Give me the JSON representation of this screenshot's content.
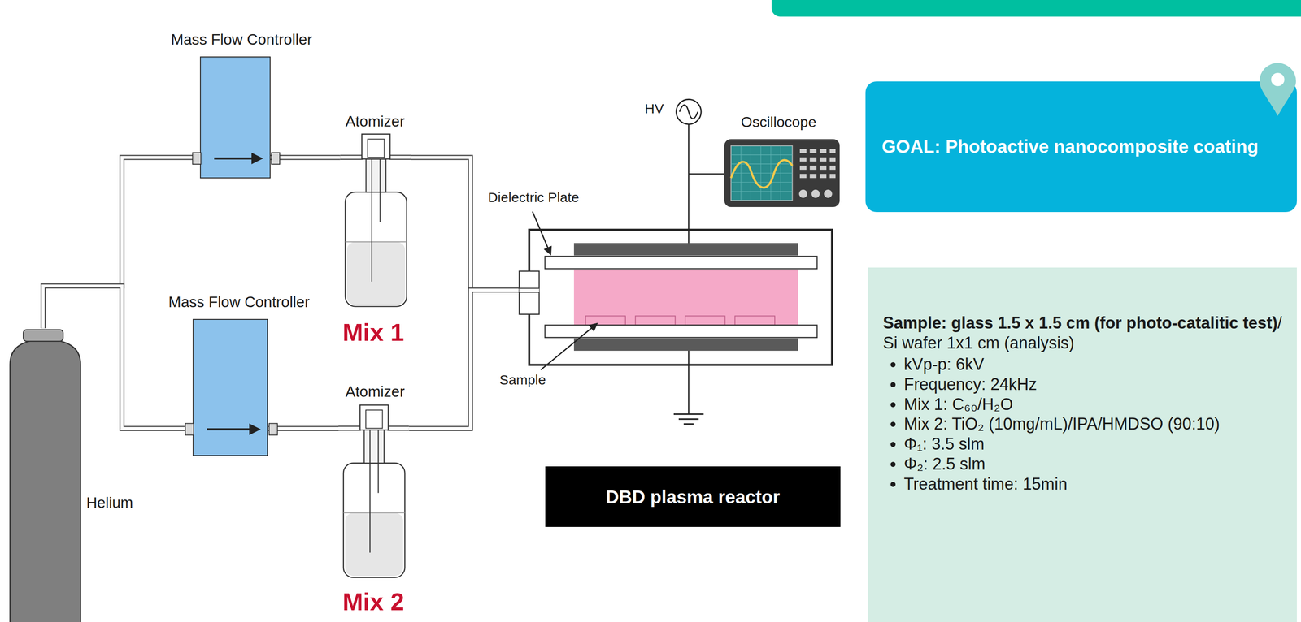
{
  "diagram": {
    "nodes": [
      {
        "text": [
          "Mass Flow Controller"
        ]
      },
      {
        "text": [
          "Atomizer",
          "Mix 1"
        ]
      },
      {
        "text": [
          "Mass Flow Controller"
        ]
      },
      {
        "text": [
          "Atomizer",
          "Mix 2"
        ]
      },
      {
        "text": [
          "Helium"
        ]
      },
      {
        "text": [
          "Dielectric Plate",
          "Sample"
        ]
      },
      {
        "text": [
          "DBD plasma reactor"
        ]
      },
      {
        "text": [
          "GOAL: Photoactive nanocomposite coating"
        ]
      },
      {
        "text": [
          "Sample: glass 1.5 x 1.5 cm (for photo-catalitic test)",
          "/ Si wafer 1x1 cm (analysis)",
          "kVp-p: 6kV",
          "Frequency: 24kHz",
          "Mix 1: C₆₀/H₂O",
          "Mix 2: TiO₂ (10mg/mL)/IPA/HMDSO (90:10)",
          "Φ₁: 3.5 slm",
          "Φ₂: 2.5 slm",
          "Treatment time: 15min"
        ]
      }
    ],
    "edges": [
      {
        "from": 4,
        "to": 0,
        "arrow": "none"
      },
      {
        "from": 4,
        "to": 2,
        "arrow": "none"
      },
      {
        "from": 0,
        "to": 1,
        "arrow": "none"
      },
      {
        "from": 2,
        "to": 3,
        "arrow": "none"
      },
      {
        "from": 1,
        "to": 5,
        "arrow": "none"
      },
      {
        "from": 3,
        "to": 5,
        "arrow": "none"
      }
    ],
    "labels": [
      "HV",
      "Oscillocope"
    ]
  }
}
